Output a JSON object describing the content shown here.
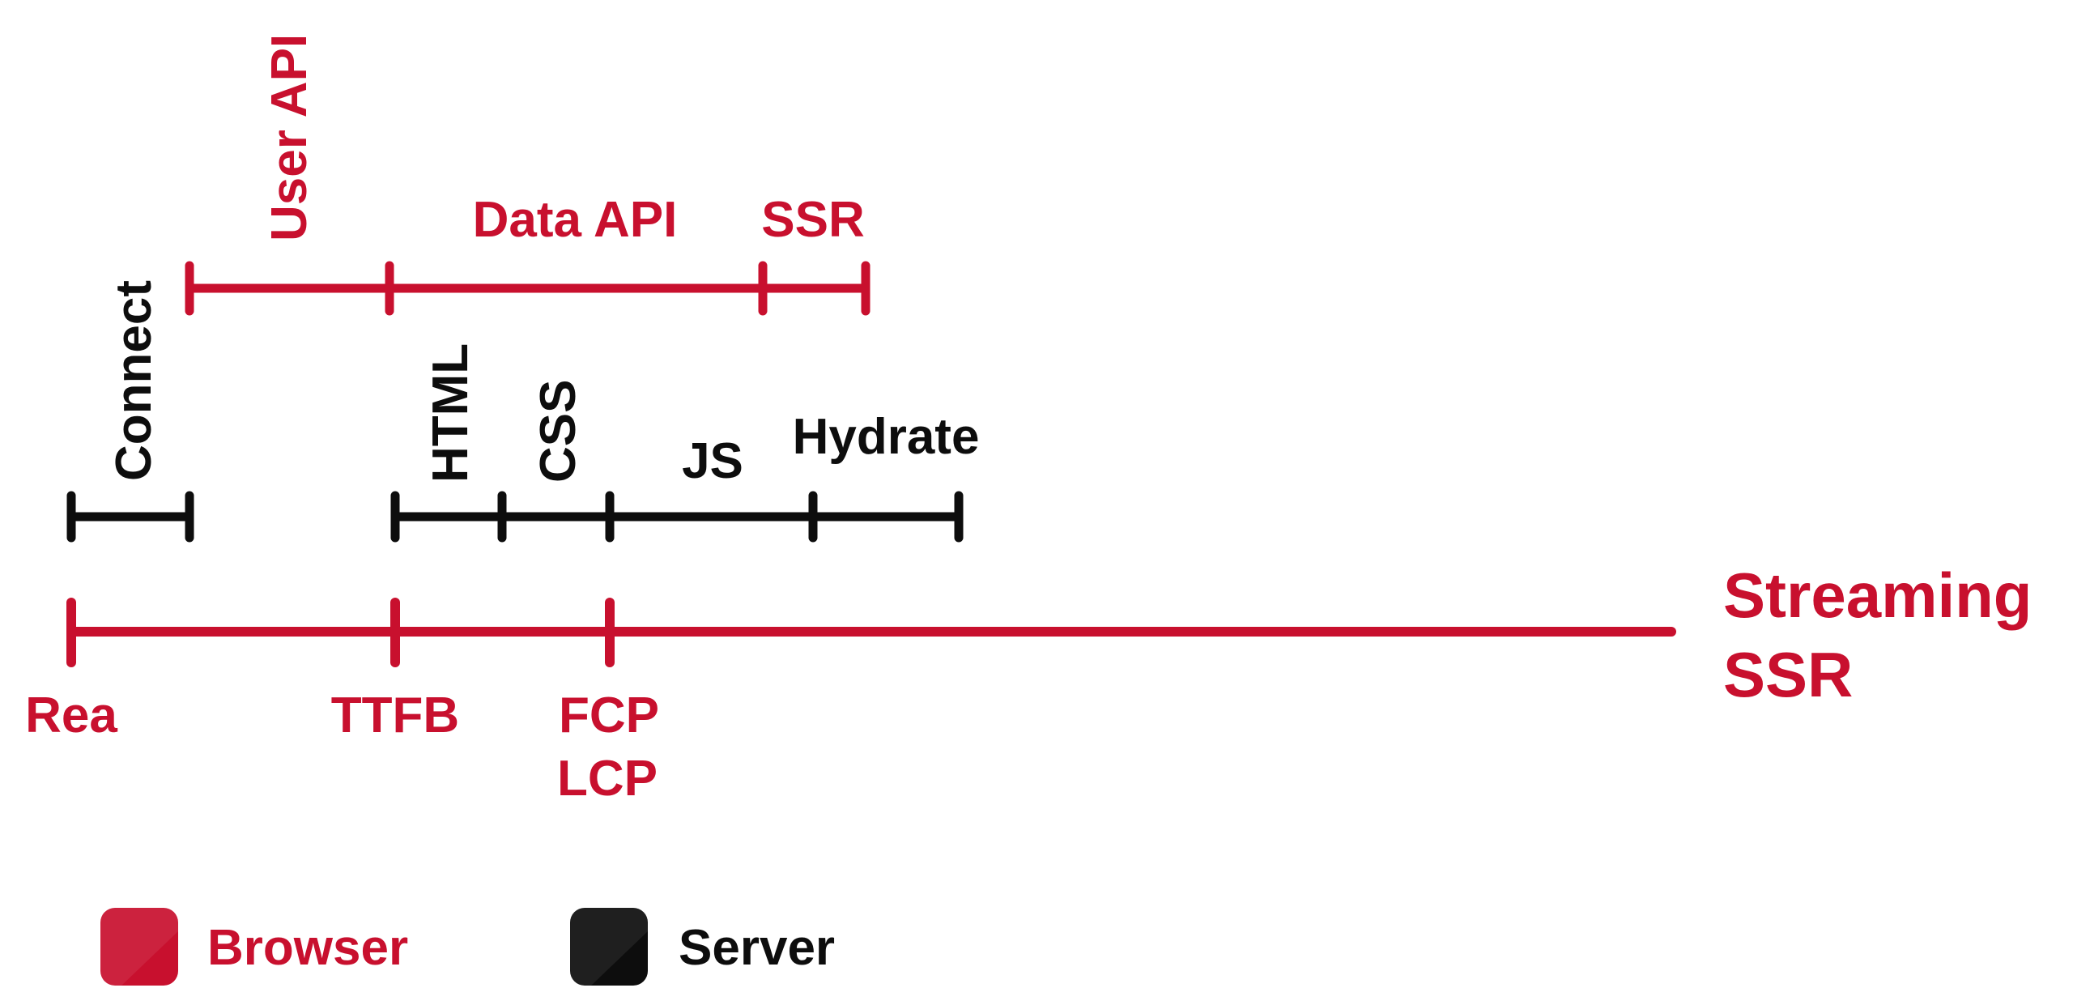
{
  "colors": {
    "browser": "#c8102e",
    "server": "#0d0d0d"
  },
  "scenario_label": {
    "line1": "Streaming",
    "line2": "SSR"
  },
  "browser_segments": {
    "user_api": "User API",
    "data_api": "Data API",
    "ssr": "SSR"
  },
  "server_segments": {
    "connect": "Connect",
    "html": "HTML",
    "css": "CSS",
    "js": "JS",
    "hydrate": "Hydrate"
  },
  "milestones": {
    "request": "Rea",
    "ttfb": "TTFB",
    "fcp": "FCP",
    "lcp": "LCP"
  },
  "legend": [
    {
      "label": "Browser",
      "swatch": "browser"
    },
    {
      "label": "Server",
      "swatch": "server"
    }
  ]
}
